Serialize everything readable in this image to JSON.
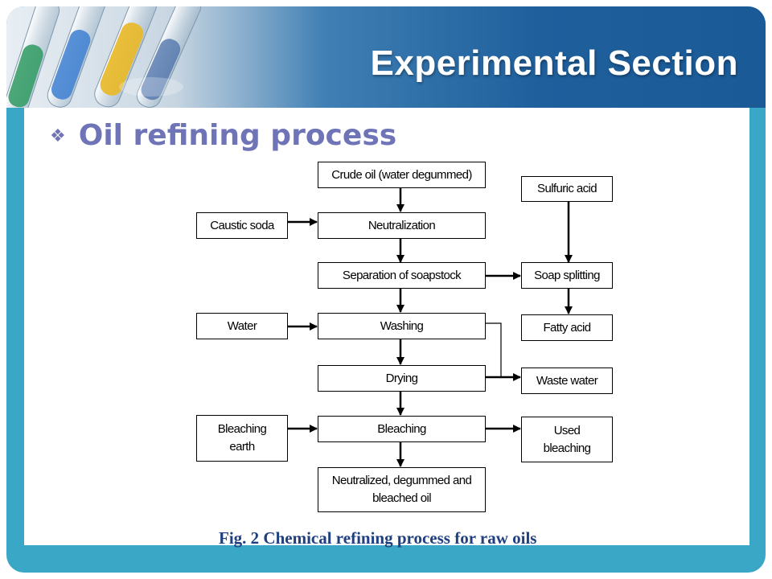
{
  "slide": {
    "title": "Experimental Section",
    "bullet": "Oil refining process",
    "caption": "Fig. 2 Chemical refining process for raw oils"
  },
  "colors": {
    "frame": "#3aa7c6",
    "header_dark": "#1f5f9c",
    "bullet_text": "#6f74b7",
    "caption": "#1f3f7f"
  },
  "diagram": {
    "nodes": {
      "crude_oil": "Crude oil (water degummed)",
      "neutralization": "Neutralization",
      "separation": "Separation of soapstock",
      "washing": "Washing",
      "drying": "Drying",
      "bleaching": "Bleaching",
      "final_oil": "Neutralized, degummed and bleached oil",
      "caustic_soda": "Caustic soda",
      "water": "Water",
      "bleaching_earth": "Bleaching earth",
      "sulfuric_acid": "Sulfuric acid",
      "soap_splitting": "Soap splitting",
      "fatty_acid": "Fatty acid",
      "waste_water": "Waste water",
      "used_bleaching": "Used bleaching"
    },
    "edges": [
      [
        "crude_oil",
        "neutralization"
      ],
      [
        "caustic_soda",
        "neutralization"
      ],
      [
        "neutralization",
        "separation"
      ],
      [
        "separation",
        "soap_splitting"
      ],
      [
        "separation",
        "washing"
      ],
      [
        "water",
        "washing"
      ],
      [
        "washing",
        "drying"
      ],
      [
        "washing",
        "waste_water"
      ],
      [
        "drying",
        "waste_water"
      ],
      [
        "drying",
        "bleaching"
      ],
      [
        "bleaching_earth",
        "bleaching"
      ],
      [
        "bleaching",
        "used_bleaching"
      ],
      [
        "bleaching",
        "final_oil"
      ],
      [
        "sulfuric_acid",
        "soap_splitting"
      ],
      [
        "soap_splitting",
        "fatty_acid"
      ]
    ]
  }
}
